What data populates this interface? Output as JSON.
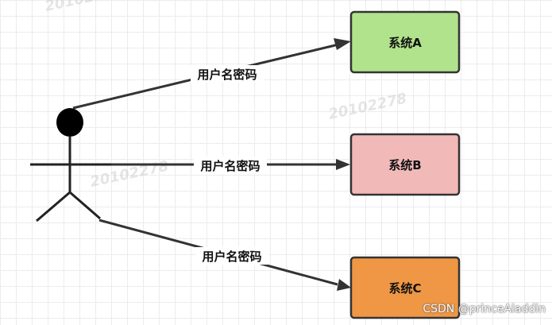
{
  "diagram": {
    "nodes": [
      {
        "id": "A",
        "label": "系统A",
        "fill": "#b0e38b"
      },
      {
        "id": "B",
        "label": "系统B",
        "fill": "#f2b9b9"
      },
      {
        "id": "C",
        "label": "系统C",
        "fill": "#ef9744"
      }
    ],
    "edges": [
      {
        "from": "user",
        "to": "A",
        "label": "用户名密码"
      },
      {
        "from": "user",
        "to": "B",
        "label": "用户名密码"
      },
      {
        "from": "user",
        "to": "C",
        "label": "用户名密码"
      }
    ],
    "watermark": "20102278"
  },
  "credit": "CSDN @princeAladdin"
}
